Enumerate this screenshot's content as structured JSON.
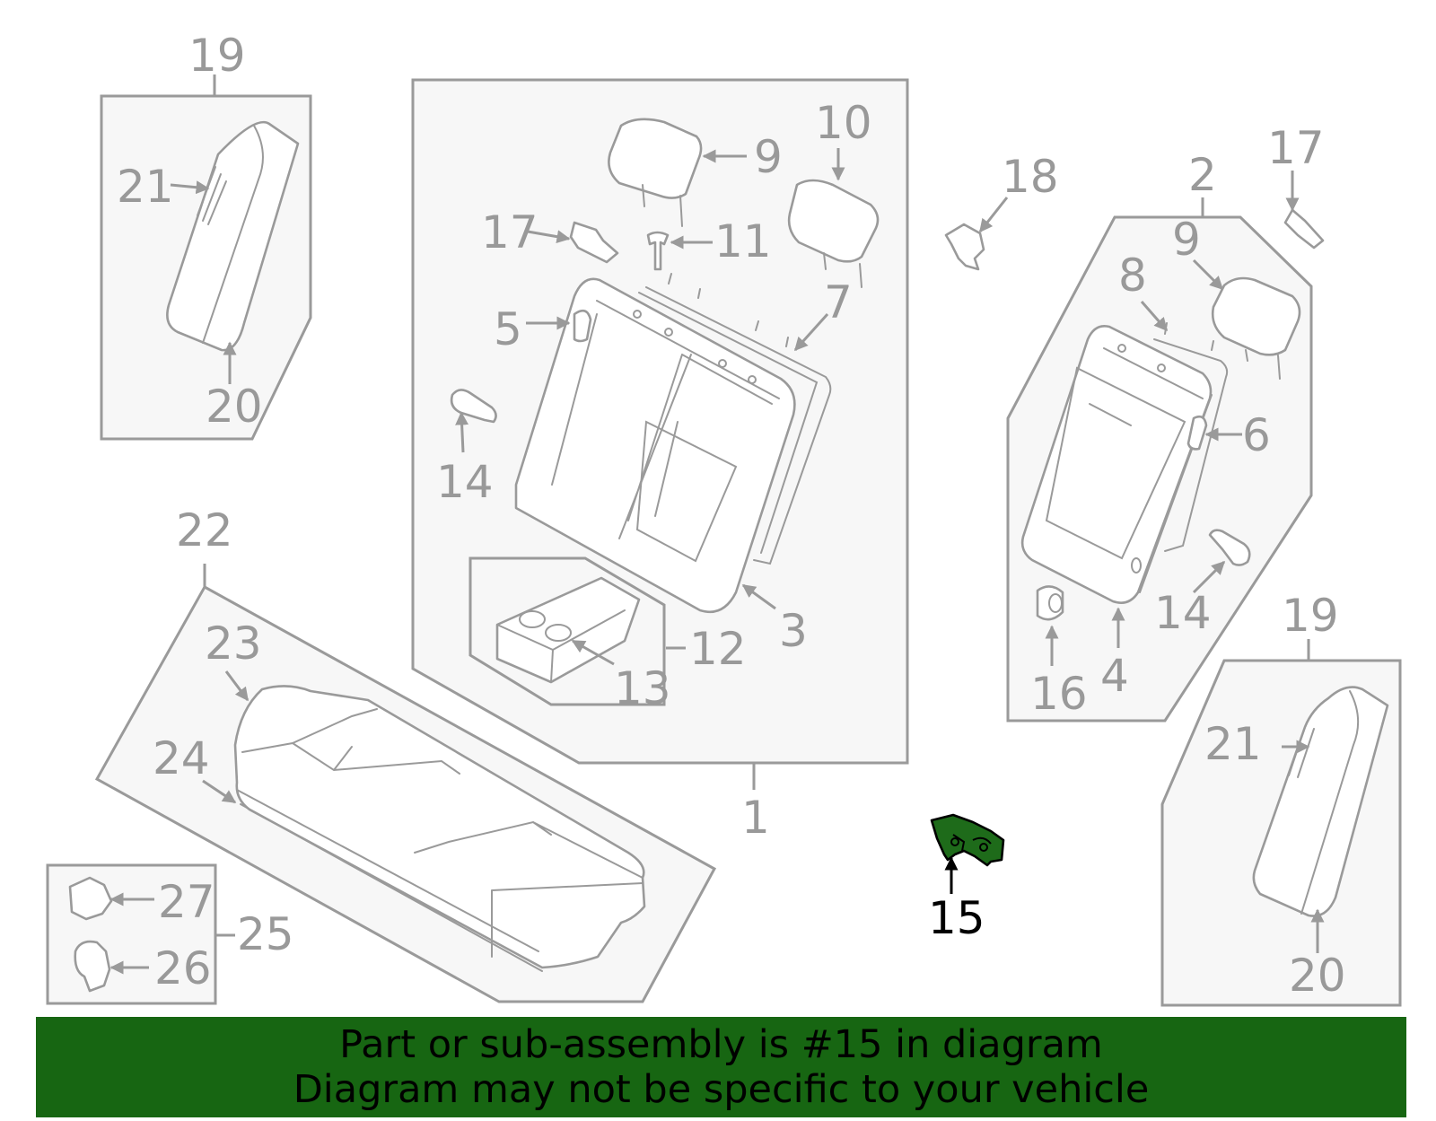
{
  "diagram": {
    "highlight_color": "#176612",
    "callouts": {
      "c1": "1",
      "c2": "2",
      "c3": "3",
      "c4": "4",
      "c5": "5",
      "c6": "6",
      "c7": "7",
      "c8": "8",
      "c9a": "9",
      "c9b": "9",
      "c10": "10",
      "c11": "11",
      "c12": "12",
      "c13": "13",
      "c14a": "14",
      "c14b": "14",
      "c15": "15",
      "c16": "16",
      "c17a": "17",
      "c17b": "17",
      "c18": "18",
      "c19a": "19",
      "c19b": "19",
      "c20a": "20",
      "c20b": "20",
      "c21a": "21",
      "c21b": "21",
      "c22": "22",
      "c23": "23",
      "c24": "24",
      "c25": "25",
      "c26": "26",
      "c27": "27"
    }
  },
  "banner": {
    "line1": "Part or sub-assembly is #15 in diagram",
    "line2": "Diagram may not be specific to your vehicle"
  }
}
